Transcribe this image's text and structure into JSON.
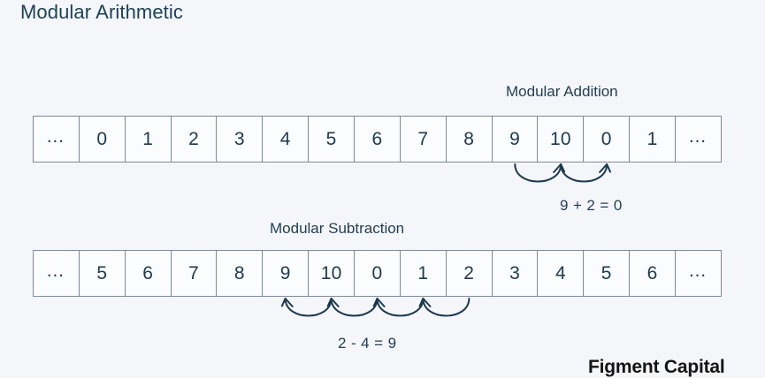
{
  "slide": {
    "title": "Modular Arithmetic",
    "background_color": "#f5f6fa",
    "ink_color": "#1c3a4f"
  },
  "addition": {
    "label": "Modular Addition",
    "cells": [
      "…",
      "0",
      "1",
      "2",
      "3",
      "4",
      "5",
      "6",
      "7",
      "8",
      "9",
      "10",
      "0",
      "1",
      "…"
    ],
    "equation": "9 + 2 = 0",
    "arc_direction": "right",
    "arc_from_index": 10,
    "arc_to_index": 12,
    "arc_count": 2
  },
  "subtraction": {
    "label": "Modular Subtraction",
    "cells": [
      "…",
      "5",
      "6",
      "7",
      "8",
      "9",
      "10",
      "0",
      "1",
      "2",
      "3",
      "4",
      "5",
      "6",
      "…"
    ],
    "equation": "2 - 4 = 9",
    "arc_direction": "left",
    "arc_from_index": 9,
    "arc_to_index": 5,
    "arc_count": 4
  },
  "brand": {
    "wordmark": "Figment Capital"
  }
}
